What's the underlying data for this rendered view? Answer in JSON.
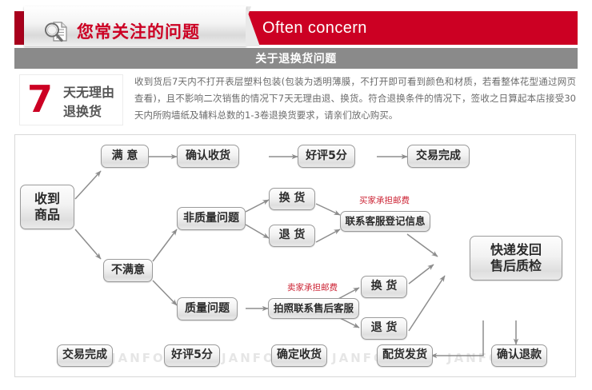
{
  "header": {
    "title_cn": "您常关注的问题",
    "title_en": "Often concern",
    "icon": "magnifier-document-icon",
    "accent_red": "#cc0023",
    "bar_gray": "#8a8a8a"
  },
  "subtitle": {
    "text": "关于退换货问题"
  },
  "badge": {
    "number": "7",
    "line1": "天无理由",
    "line2": "退换货"
  },
  "note": {
    "text": "收到货后7天内不打开表层塑料包装(包装为透明薄膜，不打开即可看到颜色和材质，若看整体花型通过网页查看)，且不影响二次销售的情况下7天无理由退、换货。符合退换条件的情况下，签收之日算起本店接受30天内所购墙纸及辅料总数的1-3卷退换货要求，请亲们放心购买。"
  },
  "flow": {
    "nodes": {
      "start": "收到\n商品",
      "satisfied": "满 意",
      "confirm_receipt": "确认收货",
      "good_rating_top": "好评5分",
      "deal_done_top": "交易完成",
      "not_satisfied": "不满意",
      "non_quality": "非质量问题",
      "exchange_top": "换 货",
      "return_top": "退 货",
      "contact_service": "联系客服登记信息",
      "quality": "质量问题",
      "photo_contact": "拍照联系售后客服",
      "exchange_bottom": "换 货",
      "return_bottom": "退 货",
      "inspect": "快递发回\n售后质检",
      "refund_confirm": "确认退款",
      "ship_goods": "配货发货",
      "confirm_receive": "确定收货",
      "good_rating_bottom": "好评5分",
      "deal_done_bottom": "交易完成"
    },
    "labels": {
      "buyer_pays": "买家承担邮费",
      "seller_pays": "卖家承担邮费"
    },
    "watermark": "JANFOOO"
  }
}
